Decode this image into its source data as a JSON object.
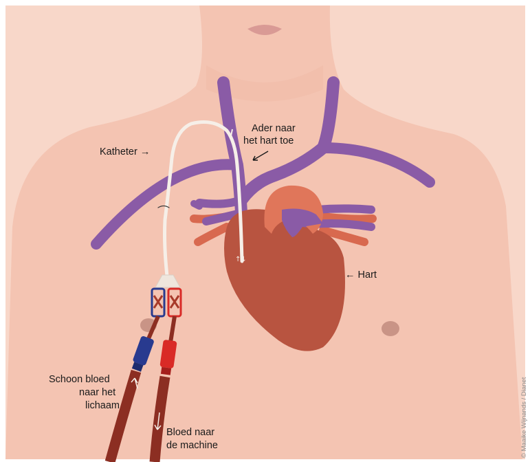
{
  "labels": {
    "catheter": "Katheter →",
    "vein_line1": "Ader naar",
    "vein_line2": "het hart toe",
    "heart": "← Hart",
    "clean_line1": "Schoon bloed",
    "clean_line2": "naar het",
    "clean_line3": "lichaam",
    "to_machine_line1": "Bloed naar",
    "to_machine_line2": "de machine"
  },
  "credit": "© Maaike Wijnands / Dianet",
  "colors": {
    "skin": "#f4c4b2",
    "skin_light": "#f8d7c9",
    "vein": "#8a5ba6",
    "artery": "#d8694f",
    "heart": "#b85440",
    "heart_light": "#e0765a",
    "catheter": "#f6efe8",
    "tube_blood": "#8c2e22",
    "connector_blue": "#283a8f",
    "connector_red": "#d92a26"
  },
  "icons": [
    "arrow-right-icon",
    "arrow-left-icon",
    "arrow-down-icon",
    "arrow-up-icon"
  ]
}
